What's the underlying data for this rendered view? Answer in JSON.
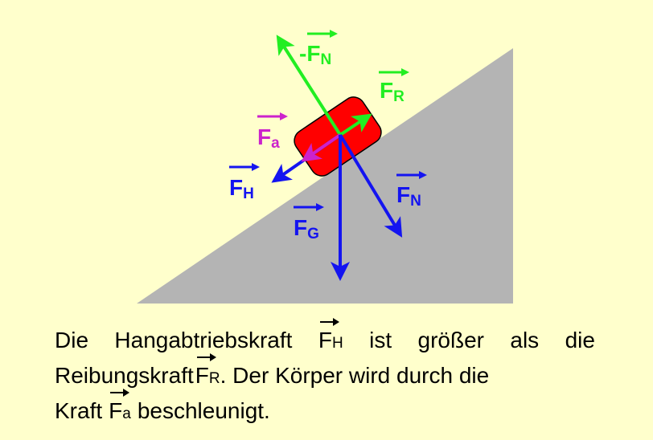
{
  "colors": {
    "background": "#ffffcc",
    "slope": "#b4b4b4",
    "block": "#ff0000",
    "green": "#22ee22",
    "blue": "#1414f0",
    "magenta": "#cc22cc"
  },
  "labels": {
    "neg_fn": {
      "prefix": "-F",
      "sub": "N"
    },
    "fr": {
      "main": "F",
      "sub": "R"
    },
    "fa": {
      "main": "F",
      "sub": "a"
    },
    "fh": {
      "main": "F",
      "sub": "H"
    },
    "fg": {
      "main": "F",
      "sub": "G"
    },
    "fn": {
      "main": "F",
      "sub": "N"
    }
  },
  "text": {
    "line1": [
      "Die",
      "Hangabtriebskraft",
      "F",
      "H",
      "ist",
      "größer",
      "als",
      "die"
    ],
    "line2": {
      "a": "Reibungskraft",
      "f": "F",
      "s": "R",
      "b": ". Der Körper wird durch die"
    },
    "line3": {
      "a": "Kraft",
      "f": "F",
      "s": "a",
      "b": "beschleunigt."
    }
  }
}
